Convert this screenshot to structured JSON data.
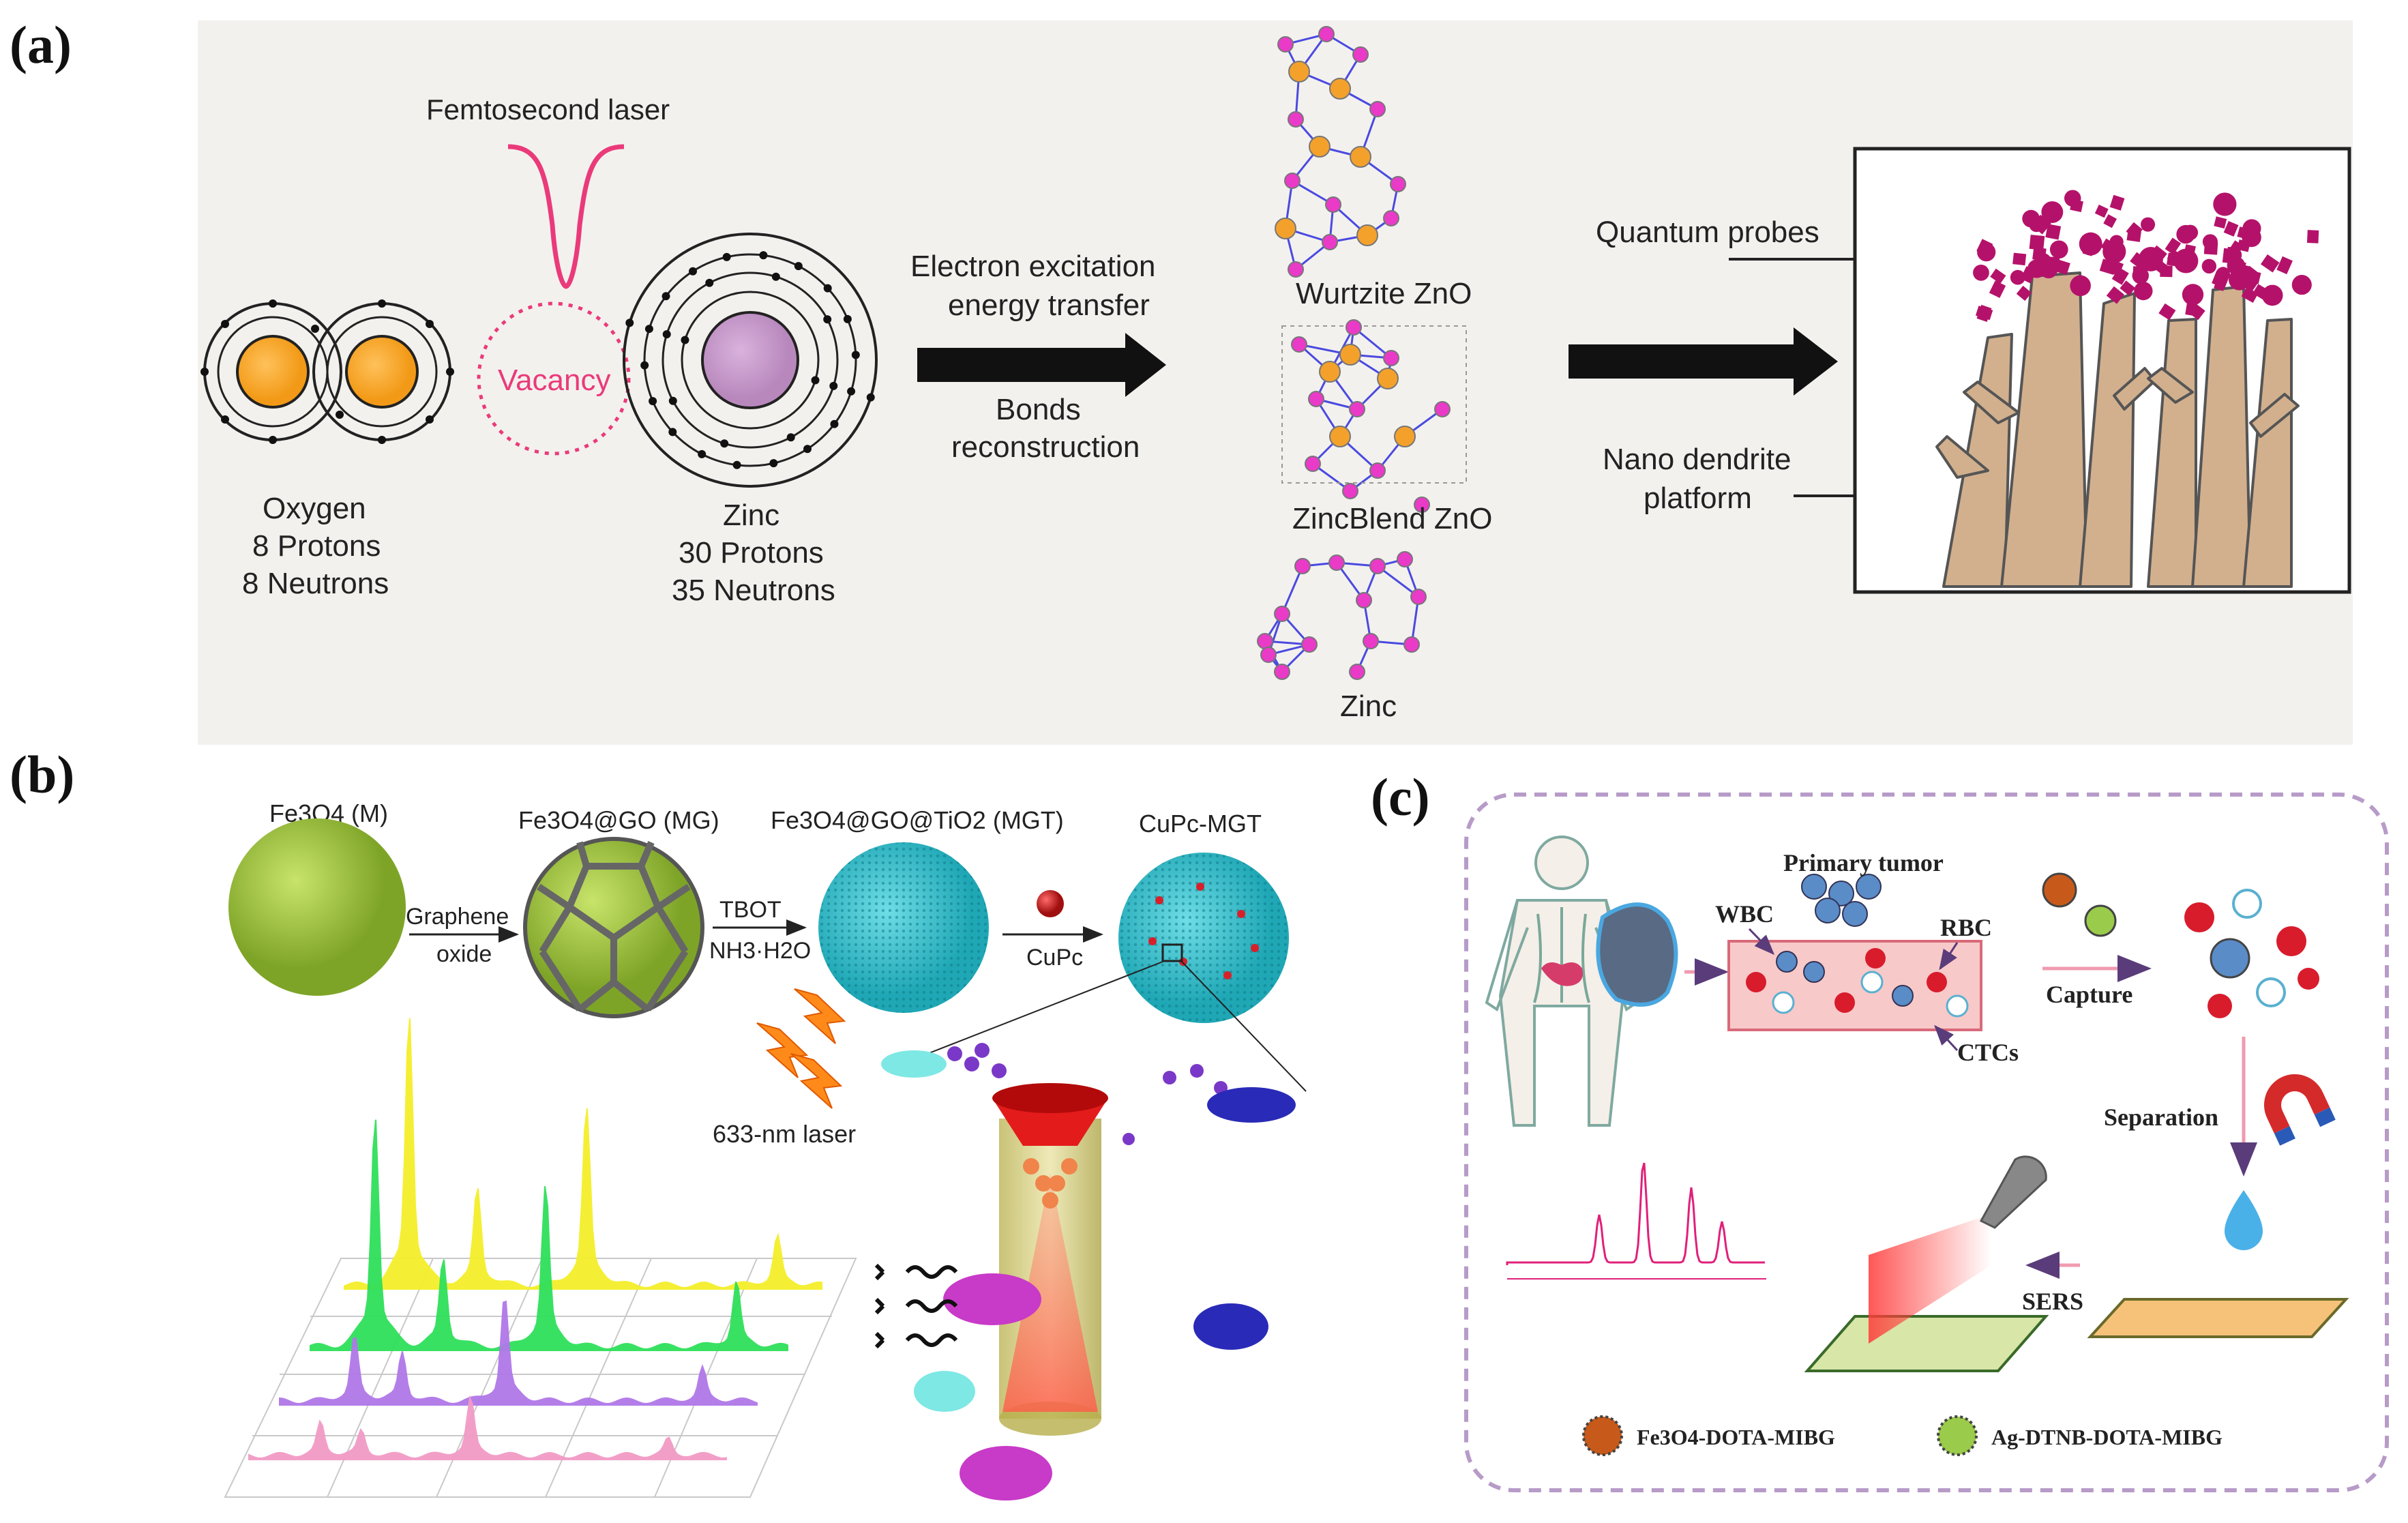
{
  "panels": {
    "a": "(a)",
    "b": "(b)",
    "c": "(c)"
  },
  "panel_a": {
    "laser_label": "Femtosecond laser",
    "vacancy_label": "Vacancy",
    "oxygen": {
      "name": "Oxygen",
      "protons": "8 Protons",
      "neutrons": "8 Neutrons"
    },
    "zinc": {
      "name": "Zinc",
      "protons": "30 Protons",
      "neutrons": "35 Neutrons"
    },
    "process_top": [
      "Electron excitation",
      "energy transfer"
    ],
    "process_bottom": [
      "Bonds",
      "reconstruction"
    ],
    "structures": [
      "Wurtzite ZnO",
      "ZincBlend ZnO",
      "Zinc"
    ],
    "probe_label": "Quantum probes",
    "platform_label": [
      "Nano dendrite",
      "platform"
    ]
  },
  "panel_b": {
    "steps": [
      "Fe3O4 (M)",
      "Fe3O4@GO (MG)",
      "Fe3O4@GO@TiO2 (MGT)",
      "CuPc-MGT"
    ],
    "reagent_1": [
      "Graphene",
      "oxide"
    ],
    "reagent_2": [
      "TBOT",
      "NH3·H2O"
    ],
    "reagent_3": "CuPc",
    "laser": "633-nm laser",
    "colors": {
      "green": "#9ac43a",
      "cyan": "#2bb3c0",
      "yellow": "#f4ef2a",
      "lime": "#2fe05a",
      "violet": "#b078e8",
      "pink": "#f29ac6"
    }
  },
  "panel_c": {
    "primary_tumor": "Primary tumor",
    "wbc": "WBC",
    "rbc": "RBC",
    "ctcs": "CTCs",
    "capture": "Capture",
    "separation": "Separation",
    "sers": "SERS",
    "legend_1": "Fe3O4-DOTA-MIBG",
    "legend_2": "Ag-DTNB-DOTA-MIBG"
  }
}
